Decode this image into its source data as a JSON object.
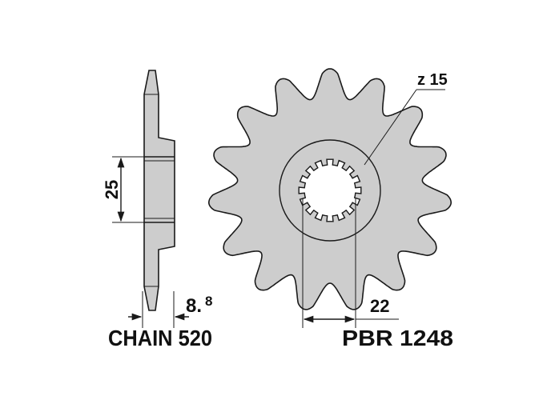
{
  "labels": {
    "teeth": "z 15",
    "hub_height": "25",
    "thickness_main": "8.",
    "thickness_sup": "8",
    "spline_width": "22",
    "chain": "CHAIN 520",
    "part_number": "PBR 1248"
  },
  "specs": {
    "teeth_count": 15,
    "spline_count": 16
  },
  "colors": {
    "body_fill": "#cdcdcd",
    "outline": "#1a1a1a",
    "background": "#ffffff"
  }
}
